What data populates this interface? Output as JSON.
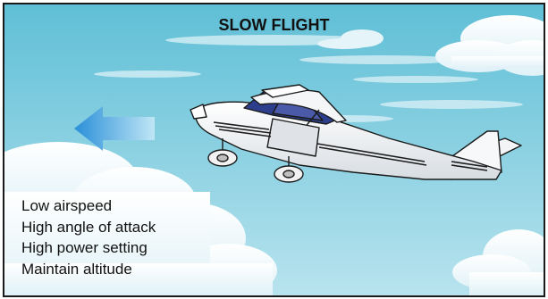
{
  "title": "SLOW FLIGHT",
  "conditions": [
    "Low airspeed",
    "High angle of attack",
    "High power setting",
    "Maintain altitude"
  ],
  "colors": {
    "sky_top": "#5fbfd6",
    "sky_bottom": "#b7e2ee",
    "cloud": "#eef8fb",
    "arrow": "#2a8fd8",
    "aircraft_body": "#ffffff",
    "aircraft_stripe": "#1c1c1c",
    "canopy": "#2d3f8c"
  },
  "icons": {
    "direction_arrow": "left-arrow-icon",
    "aircraft": "airplane-icon"
  }
}
